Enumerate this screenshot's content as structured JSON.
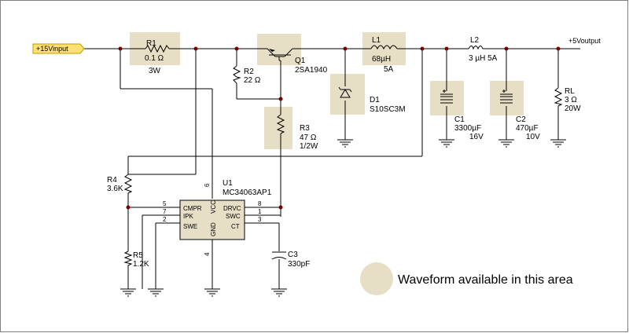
{
  "colors": {
    "highlight": "#e6dfc6",
    "port_fill": "#ffe070",
    "port_stroke": "#b8a000",
    "output_label": "#c00000",
    "junction": "#7a0000",
    "wire": "#000000"
  },
  "ports": {
    "input": "+15Vinput",
    "output": "+5Voutput"
  },
  "components": {
    "r1": {
      "ref": "R1",
      "value": "0.1 Ω",
      "rating": "3W"
    },
    "r2": {
      "ref": "R2",
      "value": "22 Ω"
    },
    "q1": {
      "ref": "Q1",
      "value": "2SA1940"
    },
    "l1": {
      "ref": "L1",
      "value": "68µH",
      "rating": "5A"
    },
    "l2": {
      "ref": "L2",
      "value": "3 µH 5A"
    },
    "d1": {
      "ref": "D1",
      "value": "S10SC3M"
    },
    "r3": {
      "ref": "R3",
      "value": "47 Ω",
      "rating": "1/2W"
    },
    "c1": {
      "ref": "C1",
      "value": "3300µF",
      "rating": "16V"
    },
    "c2": {
      "ref": "C2",
      "value": "470µF",
      "rating": "10V"
    },
    "rl": {
      "ref": "RL",
      "value": "3 Ω",
      "rating": "20W"
    },
    "r4": {
      "ref": "R4",
      "value": "3.6K"
    },
    "r5": {
      "ref": "R5",
      "value": "1.2K"
    },
    "c3": {
      "ref": "C3",
      "value": "330pF"
    },
    "u1": {
      "ref": "U1",
      "value": "MC34063AP1",
      "pins_left": [
        "CMPR",
        "IPK",
        "SWE"
      ],
      "pins_right": [
        "DRVC",
        "SWC",
        "CT"
      ],
      "pin_vcc": "VCC",
      "pin_gnd": "GND",
      "pin_numbers": {
        "cmpr": "5",
        "ipk": "7",
        "swe": "2",
        "drvc": "8",
        "swc": "1",
        "ct": "3",
        "vcc": "6",
        "gnd": "4"
      }
    }
  },
  "waveform_note": "Waveform available in this area"
}
